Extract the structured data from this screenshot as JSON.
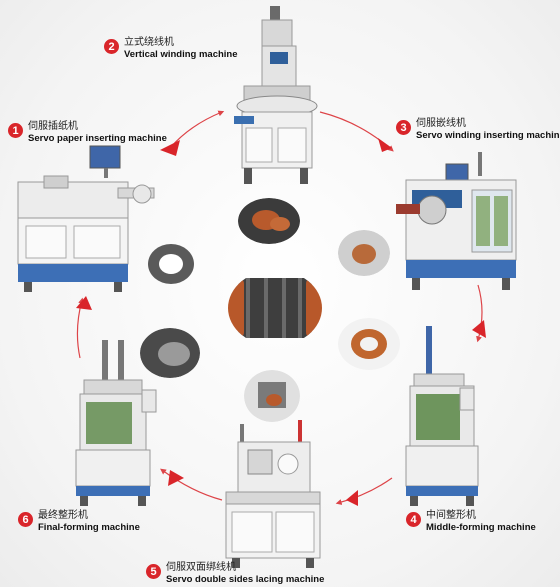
{
  "accent_color": "#d9252a",
  "steps": [
    {
      "num": "1",
      "cn": "伺服插纸机",
      "en": "Servo paper inserting machine"
    },
    {
      "num": "2",
      "cn": "立式绕线机",
      "en": "Vertical winding machine"
    },
    {
      "num": "3",
      "cn": "伺服嵌线机",
      "en": "Servo winding inserting machine"
    },
    {
      "num": "4",
      "cn": "中间整形机",
      "en": "Middle-forming machine"
    },
    {
      "num": "5",
      "cn": "伺服双面绑线机",
      "en": "Servo double sides lacing machine"
    },
    {
      "num": "6",
      "cn": "最终整形机",
      "en": "Final-forming machine"
    }
  ]
}
